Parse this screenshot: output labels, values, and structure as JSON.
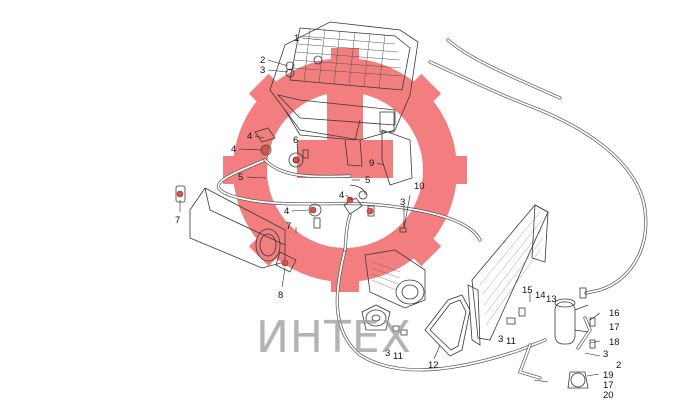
{
  "watermark": {
    "brand_text": "ИНТЕХ",
    "gear_color": "#e8474a"
  },
  "callouts": [
    "1",
    "2",
    "3",
    "4",
    "4",
    "5",
    "6",
    "9",
    "5",
    "4",
    "10",
    "7",
    "4",
    "7",
    "3",
    "8",
    "15",
    "14",
    "13",
    "16",
    "17",
    "18",
    "3",
    "3",
    "11",
    "3",
    "11",
    "12",
    "2",
    "19",
    "17",
    "20"
  ],
  "colors": {
    "line": "#3a3a3a",
    "clamp_red": "#d9534f",
    "label": "#111111"
  }
}
